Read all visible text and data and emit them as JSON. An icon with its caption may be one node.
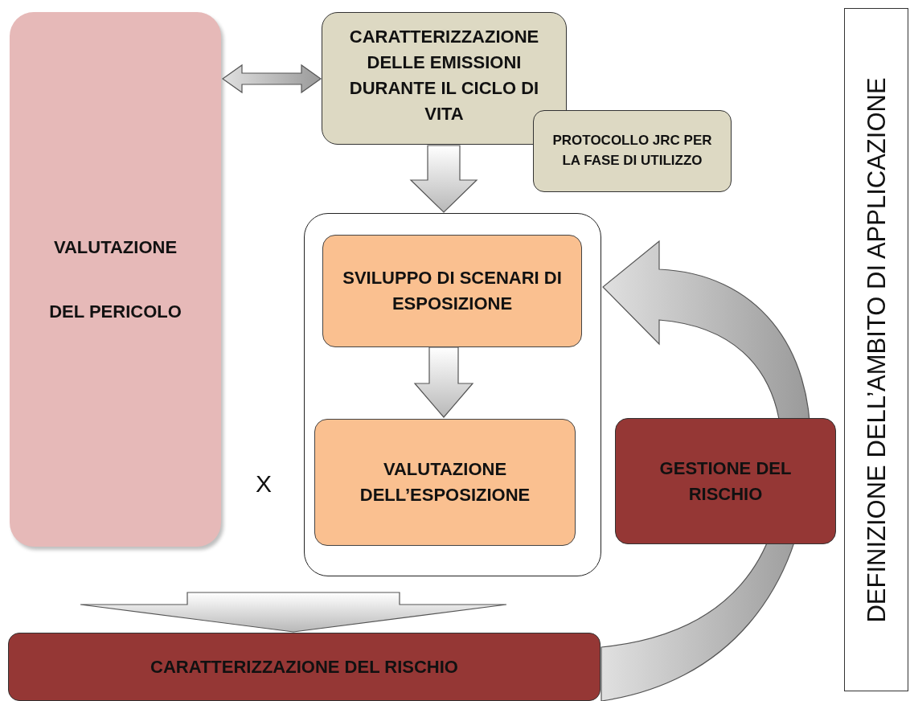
{
  "diagram": {
    "nodes": [
      {
        "text": [
          "VALUTAZIONE",
          "DEL PERICOLO"
        ]
      },
      {
        "text": [
          "CARATTERIZZAZIONE DELLE EMISSIONI DURANTE IL CICLO DI VITA"
        ]
      },
      {
        "text": [
          "PROTOCOLLO JRC PER LA FASE DI UTILIZZO"
        ]
      },
      {
        "text": [],
        "shape": "box"
      },
      {
        "text": [
          "SVILUPPO DI SCENARI DI ESPOSIZIONE"
        ],
        "in": 3
      },
      {
        "text": [
          "VALUTAZIONE DELL’ESPOSIZIONE"
        ],
        "in": 3
      },
      {
        "text": [
          "GESTIONE DEL RISCHIO"
        ]
      },
      {
        "text": [
          "CARATTERIZZAZIONE DEL RISCHIO"
        ]
      },
      {
        "text": [
          "DEFINIZIONE DELL’AMBITO DI APPLICAZIONE"
        ]
      }
    ],
    "edges": [
      {
        "from": 0,
        "to": 1,
        "arrow": "both"
      },
      {
        "from": 1,
        "to": 3,
        "arrow": "to"
      },
      {
        "from": 4,
        "to": 5,
        "arrow": "to"
      },
      {
        "from": 0,
        "to": 7,
        "arrow": "to"
      },
      {
        "from": 3,
        "to": 7,
        "arrow": "to"
      },
      {
        "from": 7,
        "to": 3,
        "arrow": "to"
      }
    ],
    "labels": [
      "X"
    ]
  }
}
